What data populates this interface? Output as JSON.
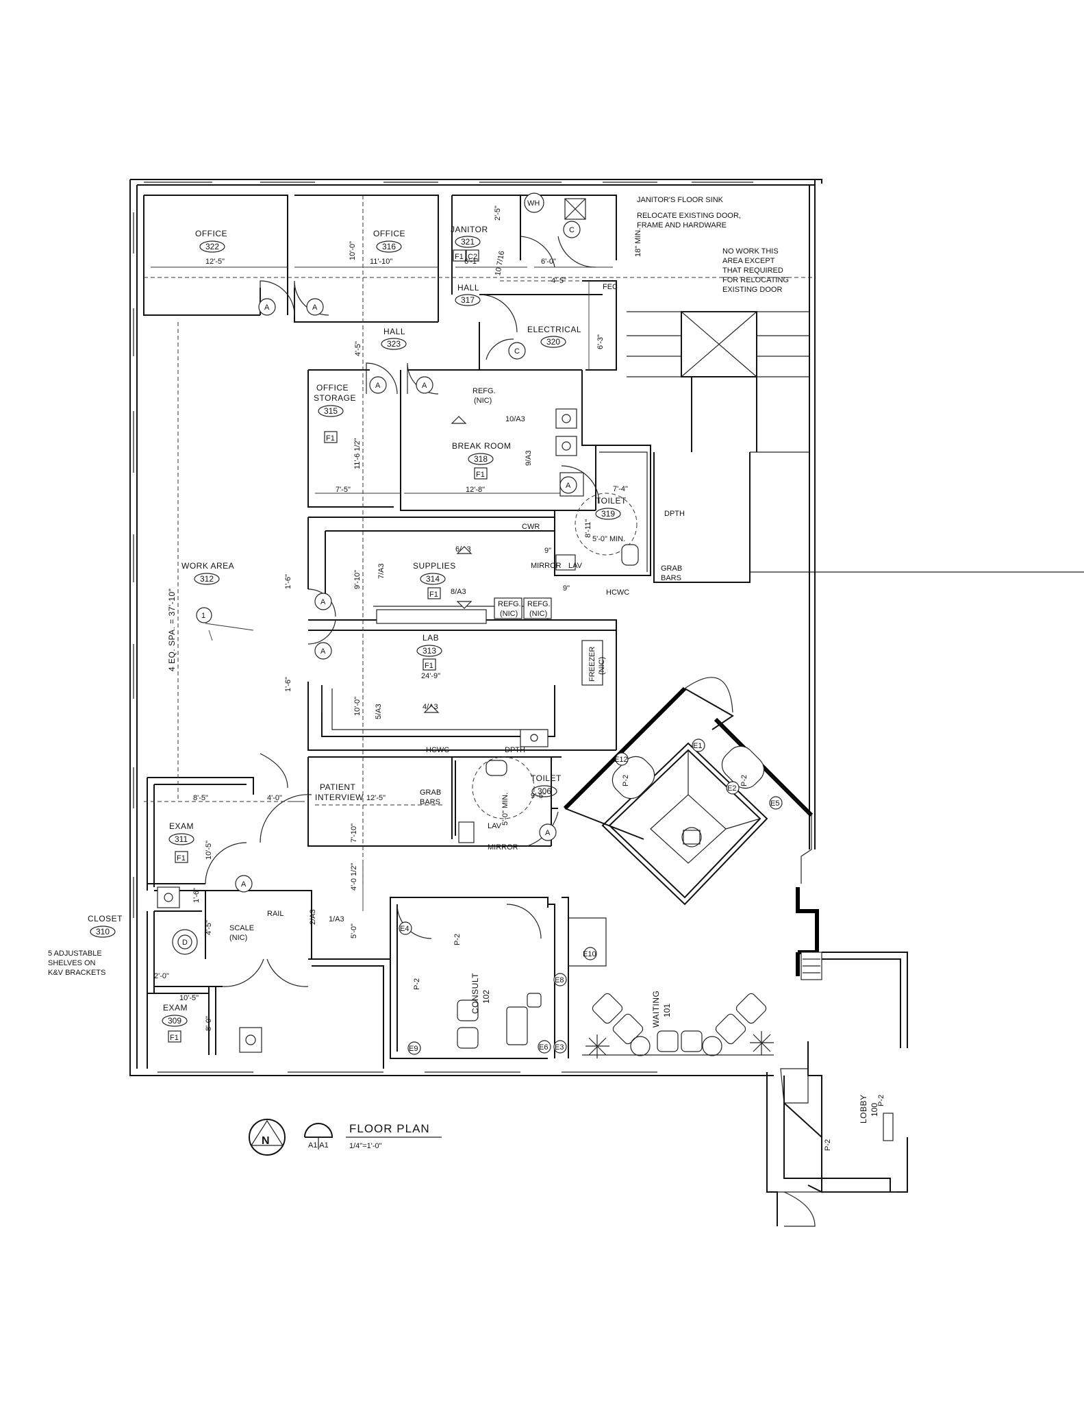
{
  "sheet": {
    "title": "FLOOR PLAN",
    "scale": "1/4\"=1'-0\"",
    "north_letter": "N",
    "detail_tag_top": "1",
    "detail_tag_bottom": "A1|A1"
  },
  "rooms": [
    {
      "name": "OFFICE",
      "number": "322"
    },
    {
      "name": "OFFICE",
      "number": "316"
    },
    {
      "name": "JANITOR",
      "number": "321"
    },
    {
      "name": "HALL",
      "number": "317"
    },
    {
      "name": "HALL",
      "number": "323"
    },
    {
      "name": "ELECTRICAL",
      "number": "320"
    },
    {
      "name": "OFFICE\nSTORAGE",
      "number": "315"
    },
    {
      "name": "BREAK ROOM",
      "number": "318"
    },
    {
      "name": "TOILET",
      "number": "319"
    },
    {
      "name": "WORK AREA",
      "number": "312"
    },
    {
      "name": "SUPPLIES",
      "number": "314"
    },
    {
      "name": "LAB",
      "number": "313"
    },
    {
      "name": "PATIENT\nINTERVIEW",
      "number": ""
    },
    {
      "name": "TOILET",
      "number": "306"
    },
    {
      "name": "EXAM",
      "number": "311"
    },
    {
      "name": "CLOSET",
      "number": "310"
    },
    {
      "name": "EXAM",
      "number": "309"
    },
    {
      "name": "CONSULT",
      "number": "102"
    },
    {
      "name": "WAITING",
      "number": "101"
    },
    {
      "name": "LOBBY",
      "number": "100"
    }
  ],
  "notes": {
    "janitor_sink": "JANITOR'S FLOOR SINK",
    "relocate_door": [
      "RELOCATE EXISTING DOOR,",
      "FRAME AND HARDWARE"
    ],
    "no_work": [
      "NO WORK THIS",
      "AREA EXCEPT",
      "THAT REQUIRED",
      "FOR RELOCATING",
      "EXISTING DOOR"
    ],
    "shelves": [
      "5 ADJUSTABLE",
      "SHELVES ON",
      "K&V BRACKETS"
    ],
    "work_area_dim": "4 EQ. SPA. = 37'-10\"",
    "fec": "FEC",
    "refg_break": [
      "REFG.",
      "(NIC)"
    ],
    "refg_supplies_1": [
      "REFG.",
      "(NIC)"
    ],
    "refg_supplies_2": [
      "REFG.",
      "(NIC)"
    ],
    "freezer": [
      "FREEZER",
      "(NIC)"
    ],
    "cwr": "CWR",
    "mirror_1": "MIRROR",
    "mirror_2": "MIRROR",
    "lav_1": "LAV",
    "lav_2": "LAV",
    "hcwc_1": "HCWC",
    "hcwc_2": "HCWC",
    "dpth_1": "DPTH",
    "dpth_2": "DPTH",
    "grab_bars_1": [
      "GRAB",
      "BARS"
    ],
    "grab_bars_2": [
      "GRAB",
      "BARS"
    ],
    "scale": [
      "SCALE",
      "(NIC)"
    ],
    "rail": "RAIL",
    "wh": "WH",
    "finish_f1": "F1",
    "finish_c2": "C2",
    "p2": "P-2",
    "min_5_0": "5'-0\" MIN.",
    "min_18": "18\" MIN.",
    "handwritten": "10 7/16"
  },
  "sections": {
    "a3_10": "10/A3",
    "a3_9": "9/A3",
    "a3_6": "6/A3",
    "a3_7": "7/A3",
    "a3_8": "8/A3",
    "a3_5": "5/A3",
    "a3_4": "4/A3",
    "a3_2": "2/A3",
    "a3_1": "1/A3"
  },
  "dimensions": {
    "d_12_5_a": "12'-5\"",
    "d_10_0_a": "10'-0\"",
    "d_11_10": "11'-10\"",
    "d_6_1": "6'-1\"",
    "d_6_0": "6'-0\"",
    "d_2_5": "2'-5\"",
    "d_4_5_a": "4'-5\"",
    "d_4_5_b": "4'-5\"",
    "d_6_3": "6'-3\"",
    "d_11_6_5": "11'-6 1/2\"",
    "d_7_5": "7'-5\"",
    "d_12_8": "12'-8\"",
    "d_7_4": "7'-4\"",
    "d_8_11": "8'-11\"",
    "d_9_a": "9\"",
    "d_9_b": "9\"",
    "d_9_10": "9'-10\"",
    "d_1_6_a": "1'-6\"",
    "d_1_6_b": "1'-6\"",
    "d_24_9": "24'-9\"",
    "d_10_0_b": "10'-0\"",
    "d_8_5": "8'-5\"",
    "d_4_0": "4'-0\"",
    "d_12_5_b": "12'-5\"",
    "d_7_10": "7'-10\"",
    "d_9_5": "9'-5\"",
    "d_10_5_a": "10'-5\"",
    "d_4_0_5": "4'-0 1/2\"",
    "d_1_6_c": "1'-6\"",
    "d_4_5_c": "4'-5\"",
    "d_5_0": "5'-0\"",
    "d_2_0": "2'-0\"",
    "d_10_5_b": "10'-5\"",
    "d_8_0": "8'-0\""
  },
  "door_tags": {
    "a": "A",
    "c": "C",
    "d": "D"
  },
  "equipment_tags": [
    "E1",
    "E2",
    "E3",
    "E4",
    "E5",
    "E6",
    "E8",
    "E9",
    "E10",
    "E12"
  ]
}
